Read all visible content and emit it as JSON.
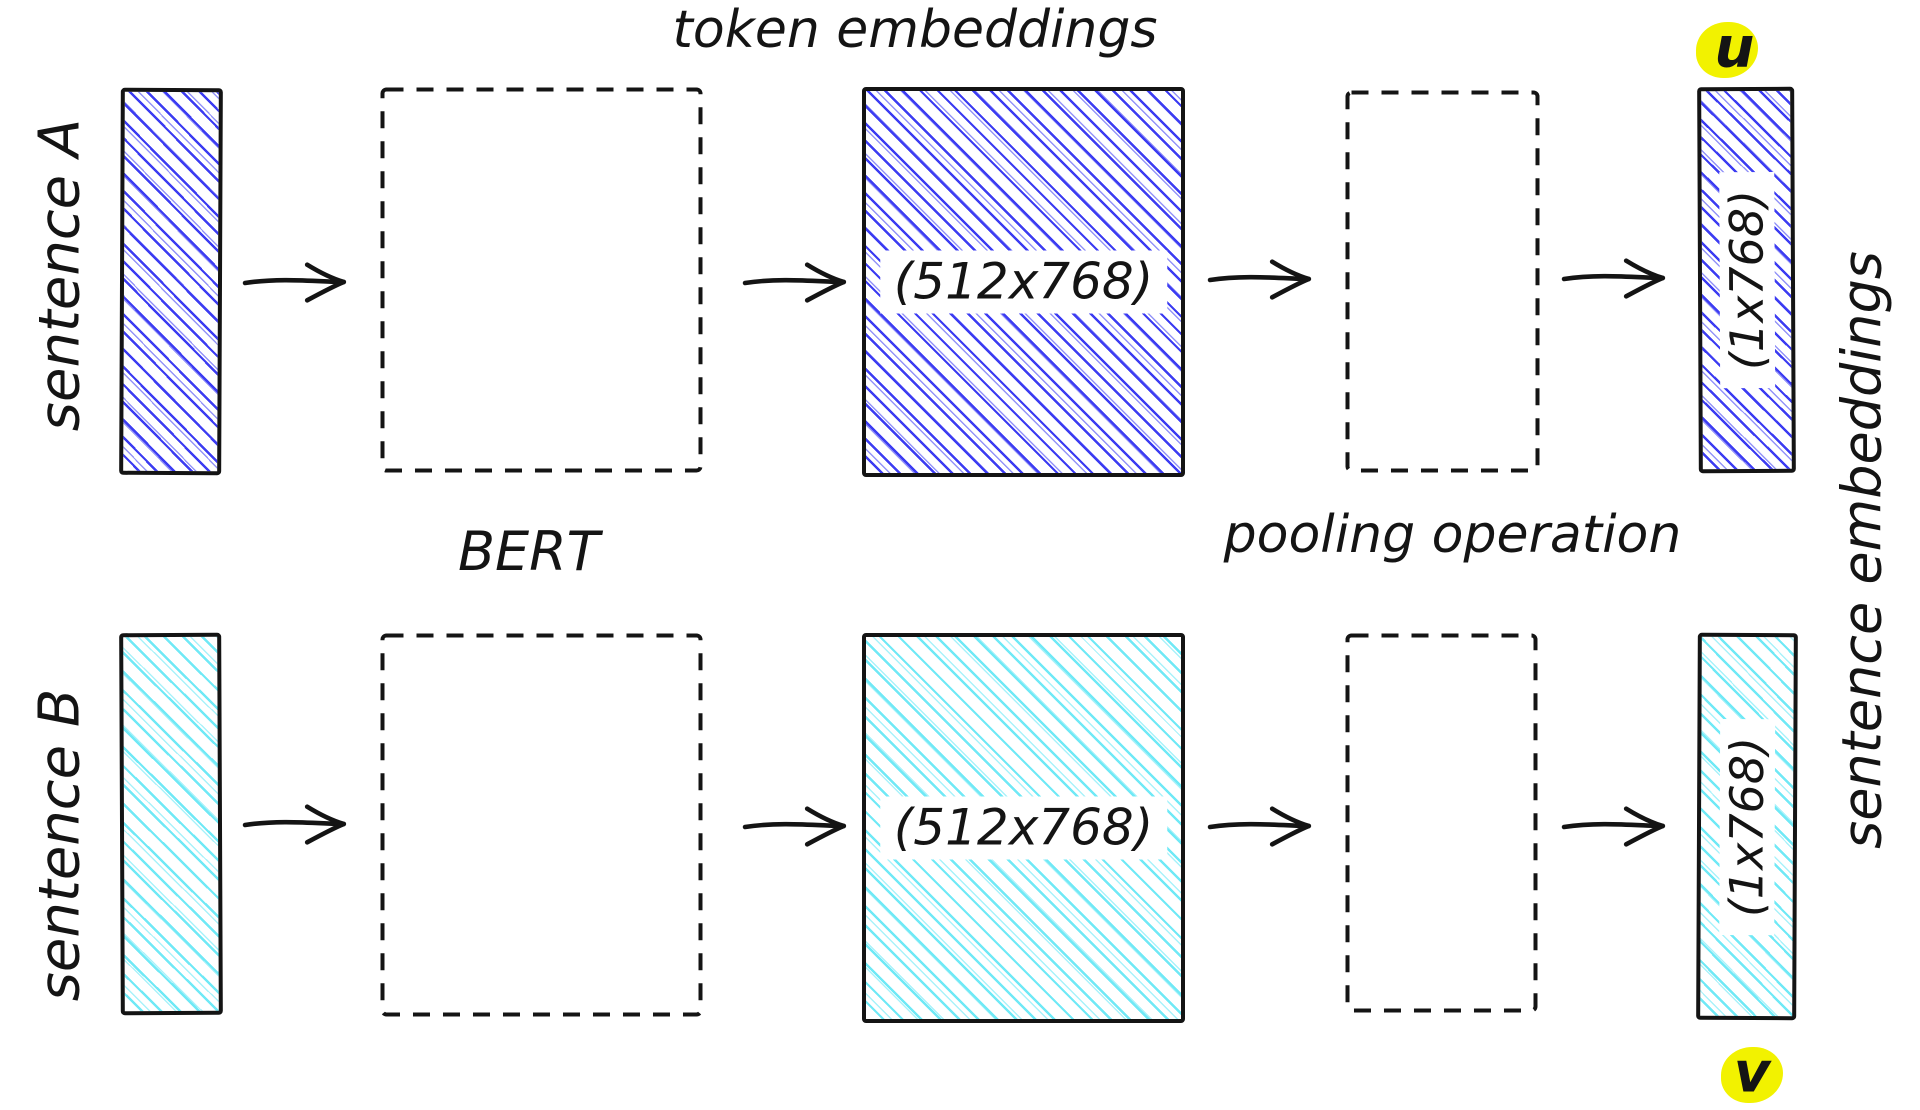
{
  "labels": {
    "token_embeddings": "token embeddings",
    "bert": "BERT",
    "pooling_operation": "pooling operation",
    "sentence_embeddings": "sentence embeddings"
  },
  "rows": [
    {
      "id": "a",
      "sentence_label": "sentence A",
      "token_matrix_label": "(512x768)",
      "sentence_vector_label": "(1x768)",
      "embedding_badge": "u",
      "hatch_color": "#3c3cf2"
    },
    {
      "id": "b",
      "sentence_label": "sentence B",
      "token_matrix_label": "(512x768)",
      "sentence_vector_label": "(1x768)",
      "embedding_badge": "v",
      "hatch_color": "#70e9f6"
    }
  ],
  "colors": {
    "hatch_blue": "#3c3cf2",
    "hatch_cyan": "#70e9f6",
    "badge_yellow": "#f2f200",
    "ink": "#141414"
  }
}
